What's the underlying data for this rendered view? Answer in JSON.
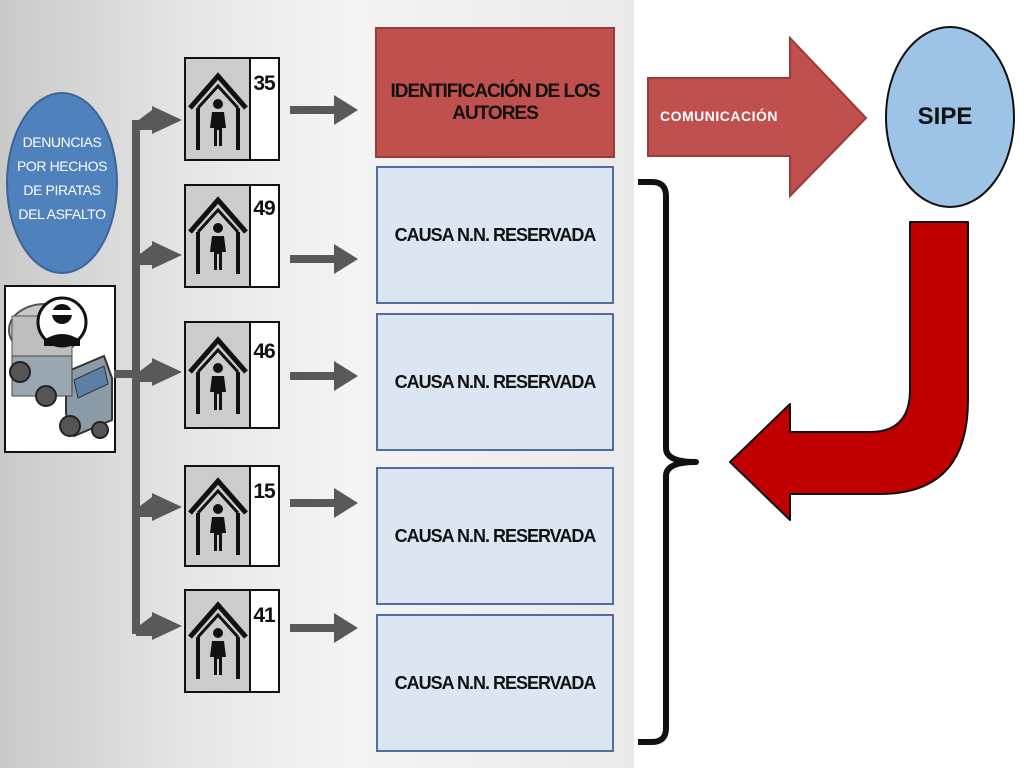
{
  "source": {
    "label": "DENUNCIAS POR HECHOS DE PIRATAS DEL ASFALTO",
    "lines": [
      "DENUNCIAS",
      "POR HECHOS",
      "DE PIRATAS",
      "DEL ASFALTO"
    ]
  },
  "stations": [
    {
      "number": "35"
    },
    {
      "number": "49"
    },
    {
      "number": "46"
    },
    {
      "number": "15"
    },
    {
      "number": "41"
    }
  ],
  "boxes": [
    {
      "label": "IDENTIFICACIÓN DE LOS AUTORES",
      "color": "#c0504d"
    },
    {
      "label": "CAUSA N.N. RESERVADA",
      "color": "#dce6f2"
    },
    {
      "label": "CAUSA N.N. RESERVADA",
      "color": "#dce6f2"
    },
    {
      "label": "CAUSA N.N. RESERVADA",
      "color": "#dce6f2"
    },
    {
      "label": "CAUSA N.N. RESERVADA",
      "color": "#dce6f2"
    }
  ],
  "communication": {
    "label": "COMUNICACIÓN",
    "color": "#c0504d"
  },
  "sipe": {
    "label": "SIPE",
    "color": "#9dc3e6"
  },
  "return_arrow": {
    "color": "#c00000"
  },
  "flow_arrow_color": "#595959"
}
